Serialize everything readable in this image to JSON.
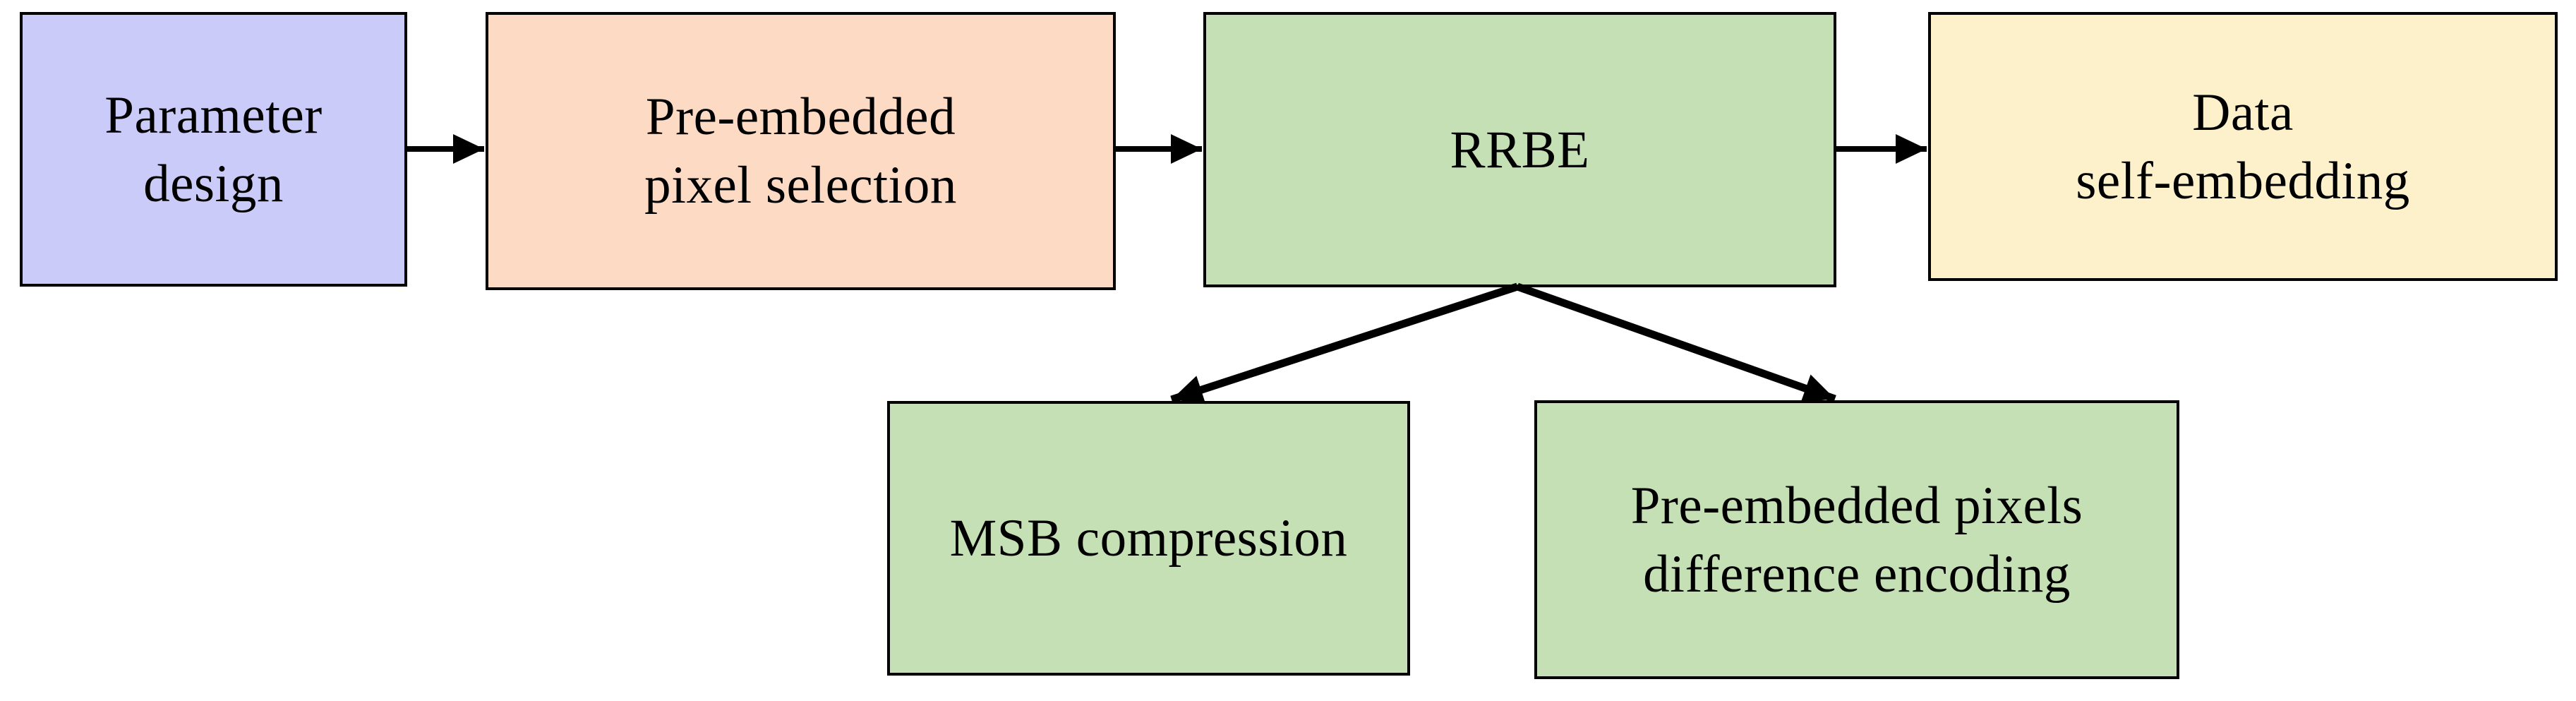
{
  "figure": {
    "type": "flowchart",
    "background": "#ffffff",
    "border_color": "#000000",
    "arrow_color": "#000000",
    "palette": {
      "lavender": "#cbcbf9",
      "peach": "#fddac4",
      "green": "#c5e0b4",
      "cream": "#fdf1cc"
    },
    "nodes": [
      {
        "id": "parameter-design",
        "lines": [
          "Parameter",
          "design"
        ],
        "fill": "#cbcbf9"
      },
      {
        "id": "pre-embedded-pixel-selection",
        "lines": [
          "Pre-embedded",
          "pixel selection"
        ],
        "fill": "#fddac4"
      },
      {
        "id": "rrbe",
        "lines": [
          "RRBE"
        ],
        "fill": "#c5e0b4"
      },
      {
        "id": "data-self-embedding",
        "lines": [
          "Data",
          "self-embedding"
        ],
        "fill": "#fdf1cc"
      },
      {
        "id": "msb-compression",
        "lines": [
          "MSB compression"
        ],
        "fill": "#c5e0b4"
      },
      {
        "id": "pre-embedded-pixels-difference-encoding",
        "lines": [
          "Pre-embedded pixels",
          "difference encoding"
        ],
        "fill": "#c5e0b4"
      }
    ],
    "edges": [
      {
        "from": "parameter-design",
        "to": "pre-embedded-pixel-selection"
      },
      {
        "from": "pre-embedded-pixel-selection",
        "to": "rrbe"
      },
      {
        "from": "rrbe",
        "to": "data-self-embedding"
      },
      {
        "from": "rrbe",
        "to": "msb-compression"
      },
      {
        "from": "rrbe",
        "to": "pre-embedded-pixels-difference-encoding"
      }
    ]
  }
}
